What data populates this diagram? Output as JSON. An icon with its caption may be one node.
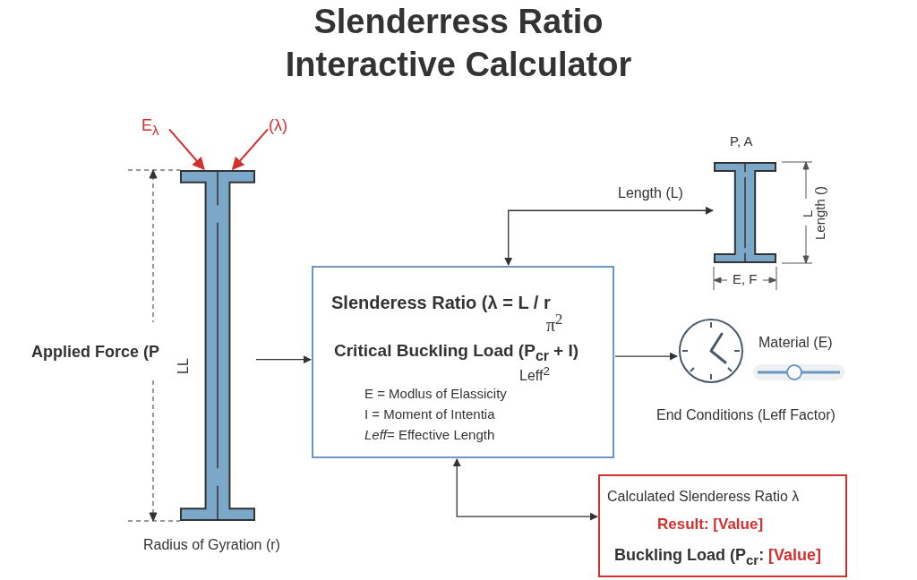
{
  "diagram": {
    "title": "Slenderress Ratio Interactive Calculator",
    "nodes": [
      {
        "text": [
          "E$_{λ}$"
        ]
      },
      {
        "text": [
          "(λ)"
        ]
      },
      {
        "text": [],
        "shape": "bar",
        "beside": [
          "Applied Force (P",
          "Radius of Gyration (r)"
        ]
      },
      {
        "text": [],
        "shape": "bar",
        "beside": [
          "P, A"
        ]
      },
      {
        "text": [
          "Slenderess Ratio (λ = L / r",
          "Critical Buckling Load (P$_{cr}$ + I)",
          "π$^{2}$",
          "Leff$^{2}$",
          "E = Modlus of Elassicity",
          "I = Moment of Intentia",
          "*Leff*= Effective Length"
        ]
      },
      {
        "text": [],
        "shape": "circle",
        "beside": [
          "Material (E)",
          "End Conditions (Leff Factor)"
        ]
      },
      {
        "text": [
          "Calculated Slenderess Ratio λ",
          "Result: [Value]",
          "Buckling Load (P$_{cr}$:",
          "[Value]"
        ]
      }
    ],
    "edges": [
      {
        "from": 0,
        "to": 2,
        "arrow": "to",
        "color": "#d32f2f"
      },
      {
        "from": 1,
        "to": 2,
        "arrow": "to",
        "color": "#d32f2f"
      },
      {
        "from": 2,
        "to": 4,
        "arrow": "to"
      },
      {
        "from": 4,
        "to": 3,
        "arrow": "both",
        "label": "Length (L)"
      },
      {
        "from": 4,
        "to": 5,
        "arrow": "to"
      },
      {
        "from": 4,
        "to": 6,
        "arrow": "both"
      }
    ],
    "labels": [
      "L",
      "Length ()",
      "E, F",
      "LL"
    ]
  }
}
